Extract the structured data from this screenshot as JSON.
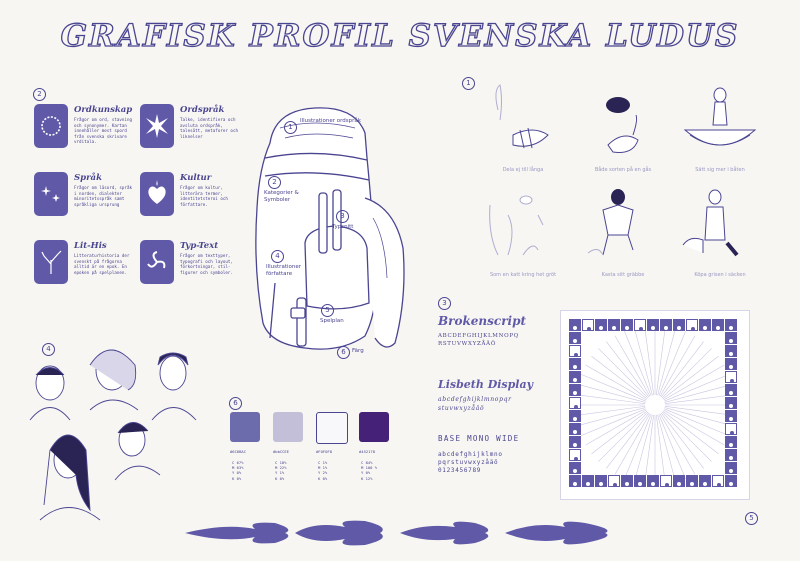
{
  "title": "GRAFISK PROFIL SVENSKA LUDUS",
  "section_numbers": {
    "cards": "2",
    "illustrations": "1",
    "portraits": "4",
    "colors": "6",
    "fonts": "3",
    "board": "5"
  },
  "cards": [
    {
      "title": "Ordkunskap",
      "desc": "Frågor om ord, stavning och synonymer. Kartan innehåller mest spord från svenska skrivare vrditala.",
      "icon": "wreath-icon"
    },
    {
      "title": "Ordspråk",
      "desc": "Talke, identifiera och avsluta ordspråk, talesätt, metaforer och liknelser",
      "icon": "sunburst-icon"
    },
    {
      "title": "Språk",
      "desc": "Frågor om läsord, språk i norden, dialekter minoritetsspråk samt språkliga ursprung",
      "icon": "sparkles-icon"
    },
    {
      "title": "Kultur",
      "desc": "Frågor om kultur, litterära termer, identitetsteroi och författare.",
      "icon": "heart-star-icon"
    },
    {
      "title": "Lit-His",
      "desc": "Litteraturhistoria der svenskt på frågorna alltid är en epok. En epoken på spelplanen.",
      "icon": "tree-icon"
    },
    {
      "title": "Typ-Text",
      "desc": "Frågor om texttyper, typografi och layout, förkortningar, stil-figurer och symboler.",
      "icon": "triskelion-icon"
    }
  ],
  "backpack_labels": [
    {
      "n": "1",
      "text": "Illustrationer ordspråk"
    },
    {
      "n": "2",
      "text": "Kategorier & Symboler"
    },
    {
      "n": "3",
      "text": "Typsnitt"
    },
    {
      "n": "4",
      "text": "Illustrationer författare"
    },
    {
      "n": "5",
      "text": "Spelplan"
    },
    {
      "n": "6",
      "text": "Färg"
    }
  ],
  "illustration_captions": [
    "Dela ej till långa",
    "Både sorten på en gås",
    "Sätt sig mer i båten",
    "Som en katt kring het gröt",
    "Kasta sitt gräbbe",
    "Köpa grisen i säcken"
  ],
  "colors": [
    {
      "hex": "#6C6BAC",
      "color": "#6c6bac",
      "cmyk": [
        "C 67%",
        "M 63%",
        "Y 0%",
        "K 0%"
      ]
    },
    {
      "hex": "#bbCCEE",
      "color": "#c3bfd8",
      "cmyk": [
        "C 18%",
        "M 22%",
        "Y 1%",
        "K 0%"
      ]
    },
    {
      "hex": "#FOFOF8",
      "color": "#f8f8fb",
      "cmyk": [
        "C 1%",
        "M 1%",
        "Y 2%",
        "K 0%"
      ]
    },
    {
      "hex": "#452178",
      "color": "#452178",
      "cmyk": [
        "C 84%",
        "M 100 %",
        "Y 0%",
        "K 12%"
      ]
    }
  ],
  "fonts": [
    {
      "name": "Brokenscript",
      "sample1": "ABCDEFGHIJKLMNOPQ",
      "sample2": "RSTUVWXYZÅÄÖ"
    },
    {
      "name": "Lisbeth Display",
      "sample1": "abcdefghijklmnopqr",
      "sample2": "stuvwxyzåäö"
    },
    {
      "name": "BASE MONO WIDE",
      "sample1": "abcdefghijklmno",
      "sample2": "pqrstuvwxyzåäö",
      "sample3": "0123456789"
    }
  ],
  "accent": "#4a4591",
  "accent_dark": "#452178"
}
